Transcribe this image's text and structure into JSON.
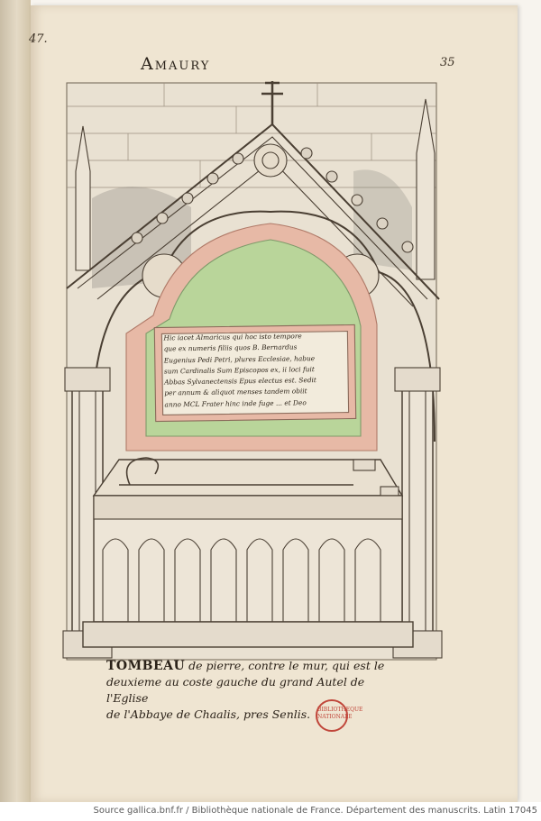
{
  "page": {
    "prev_page_number": "47.",
    "heading": "Amaury",
    "page_number": "35"
  },
  "inscription": {
    "lines": [
      "Hic iacet Almaricus qui hoc isto tempore",
      "que ex numeris filiis quos B. Bernardus",
      "Eugenius Pedi Petri, plures Ecclesiae, habue",
      "sum Cardinalis Sum Episcopos ex, ii loci fuit",
      "Abbas Sylvanectensis Epus electus est. Sedit",
      "per annum & aliquot menses tandem obiit",
      "anno MCL Frater hinc inde fuge ... et Deo"
    ]
  },
  "caption": {
    "lead": "TOMBEAU",
    "line1": " de pierre, contre le mur, qui est le",
    "line2": "deuxieme au coste gauche du grand Autel de l'Eglise",
    "line3": "de l'Abbaye de Chaalis, pres Senlis."
  },
  "stamp": {
    "text": "BIBLIOTHEQUE NATIONALE"
  },
  "footer": {
    "source": "Source gallica.bnf.fr / Bibliothèque nationale de France. Département des manuscrits. Latin 17045"
  },
  "colors": {
    "paper": "#efe5d2",
    "green_panel": "#b9d59a",
    "pink_border": "#e7b9a6",
    "ink": "#3b3024",
    "stamp_red": "#c0463a"
  }
}
